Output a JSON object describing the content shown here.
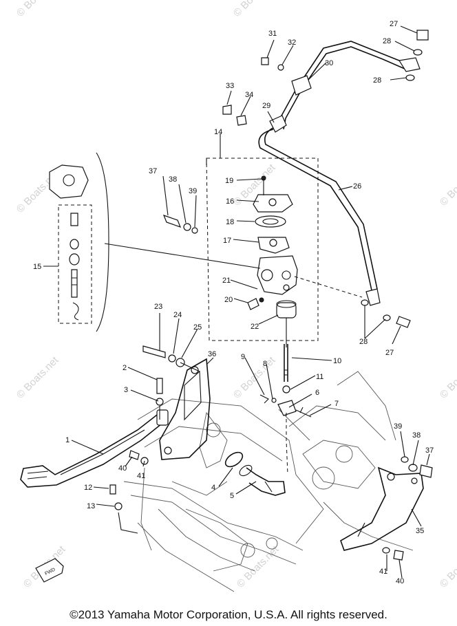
{
  "watermark": "© Boats.net",
  "footer": "©2013 Yamaha Motor Corporation, U.S.A. All rights reserved.",
  "front_marker": "FWD",
  "part_labels": [
    "1",
    "2",
    "3",
    "4",
    "5",
    "6",
    "7",
    "8",
    "9",
    "10",
    "11",
    "12",
    "13",
    "14",
    "15",
    "16",
    "17",
    "18",
    "19",
    "20",
    "21",
    "22",
    "23",
    "24",
    "25",
    "26",
    "27",
    "28",
    "29",
    "30",
    "31",
    "32",
    "33",
    "34",
    "35",
    "36",
    "37",
    "38",
    "39",
    "40",
    "41"
  ]
}
